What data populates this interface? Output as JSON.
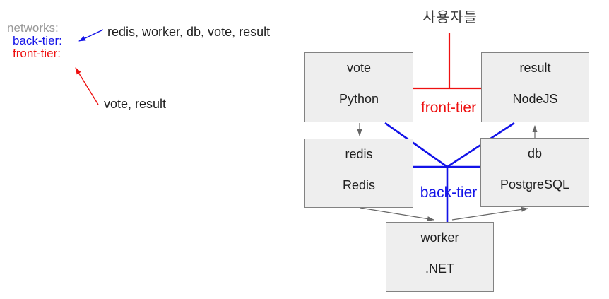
{
  "legend": {
    "networks_label": "networks:",
    "back_tier_label": "back-tier:",
    "front_tier_label": "front-tier:",
    "back_tier_members": "redis, worker, db, vote, result",
    "front_tier_members": "vote, result"
  },
  "diagram": {
    "users_label": "사용자들",
    "front_tier_label": "front-tier",
    "back_tier_label": "back-tier",
    "nodes": [
      {
        "id": "vote",
        "service": "vote",
        "tech": "Python"
      },
      {
        "id": "result",
        "service": "result",
        "tech": "NodeJS"
      },
      {
        "id": "redis",
        "service": "redis",
        "tech": "Redis"
      },
      {
        "id": "db",
        "service": "db",
        "tech": "PostgreSQL"
      },
      {
        "id": "worker",
        "service": "worker",
        "tech": ".NET"
      }
    ]
  },
  "colors": {
    "front_tier_red": "#ee1111",
    "back_tier_blue": "#1313e8",
    "box_fill": "#eeeeee",
    "box_border": "#828282",
    "muted_gray": "#999999",
    "arrow_gray": "#666666",
    "text_black": "#1f1f1f"
  }
}
